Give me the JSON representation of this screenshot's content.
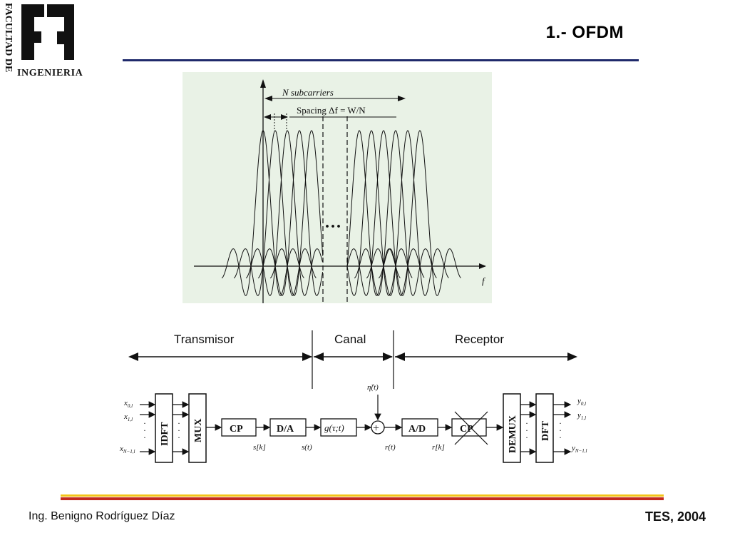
{
  "header": {
    "title": "1.-  OFDM",
    "logo": {
      "vertical_text": "FACULTAD DE",
      "horizontal_text": "INGENIERIA",
      "icon": "fing-logo-icon"
    }
  },
  "spectrum_figure": {
    "n_label": "N subcarriers",
    "spacing_label": "Spacing Δf = W/N",
    "ellipsis": "···",
    "axis_label": "f",
    "background": "#e9f2e6"
  },
  "block_diagram": {
    "sections": {
      "tx": "Transmisor",
      "channel": "Canal",
      "rx": "Receptor"
    },
    "inputs": {
      "x0": {
        "base": "x",
        "sub": "0,l"
      },
      "x1": {
        "base": "x",
        "sub": "1,l"
      },
      "xn": {
        "base": "x",
        "sub": "N−1,l"
      }
    },
    "outputs": {
      "y0": {
        "base": "y",
        "sub": "0,l"
      },
      "y1": {
        "base": "y",
        "sub": "1,l"
      },
      "yn": {
        "base": "y",
        "sub": "N−1,l"
      }
    },
    "blocks": {
      "idft": "IDFT",
      "mux": "MUX",
      "cp_tx": "CP",
      "da": "D/A",
      "channel": "g(τ;t)",
      "ad": "A/D",
      "cp_rx": "CP",
      "demux": "DEMUX",
      "dft": "DFT"
    },
    "signals": {
      "s_k": "s[k]",
      "s_t": "s(t)",
      "noise": "η̃(t)",
      "r_t": "r(t)",
      "r_k": "r[k]",
      "adder": "+"
    }
  },
  "footer": {
    "author": "Ing. Benigno Rodríguez Díaz",
    "course": "TES, 2004"
  },
  "colors": {
    "title_rule": "#1f2a6b",
    "footer_yellow": "#f2c318",
    "footer_red": "#c32a1e"
  }
}
